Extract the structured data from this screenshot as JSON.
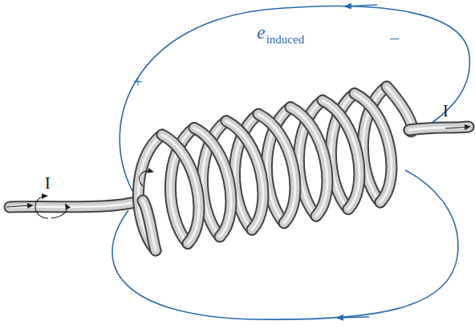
{
  "diagram": {
    "labels": [
      "e",
      "induced",
      "+",
      "–",
      "I",
      "I"
    ]
  }
}
